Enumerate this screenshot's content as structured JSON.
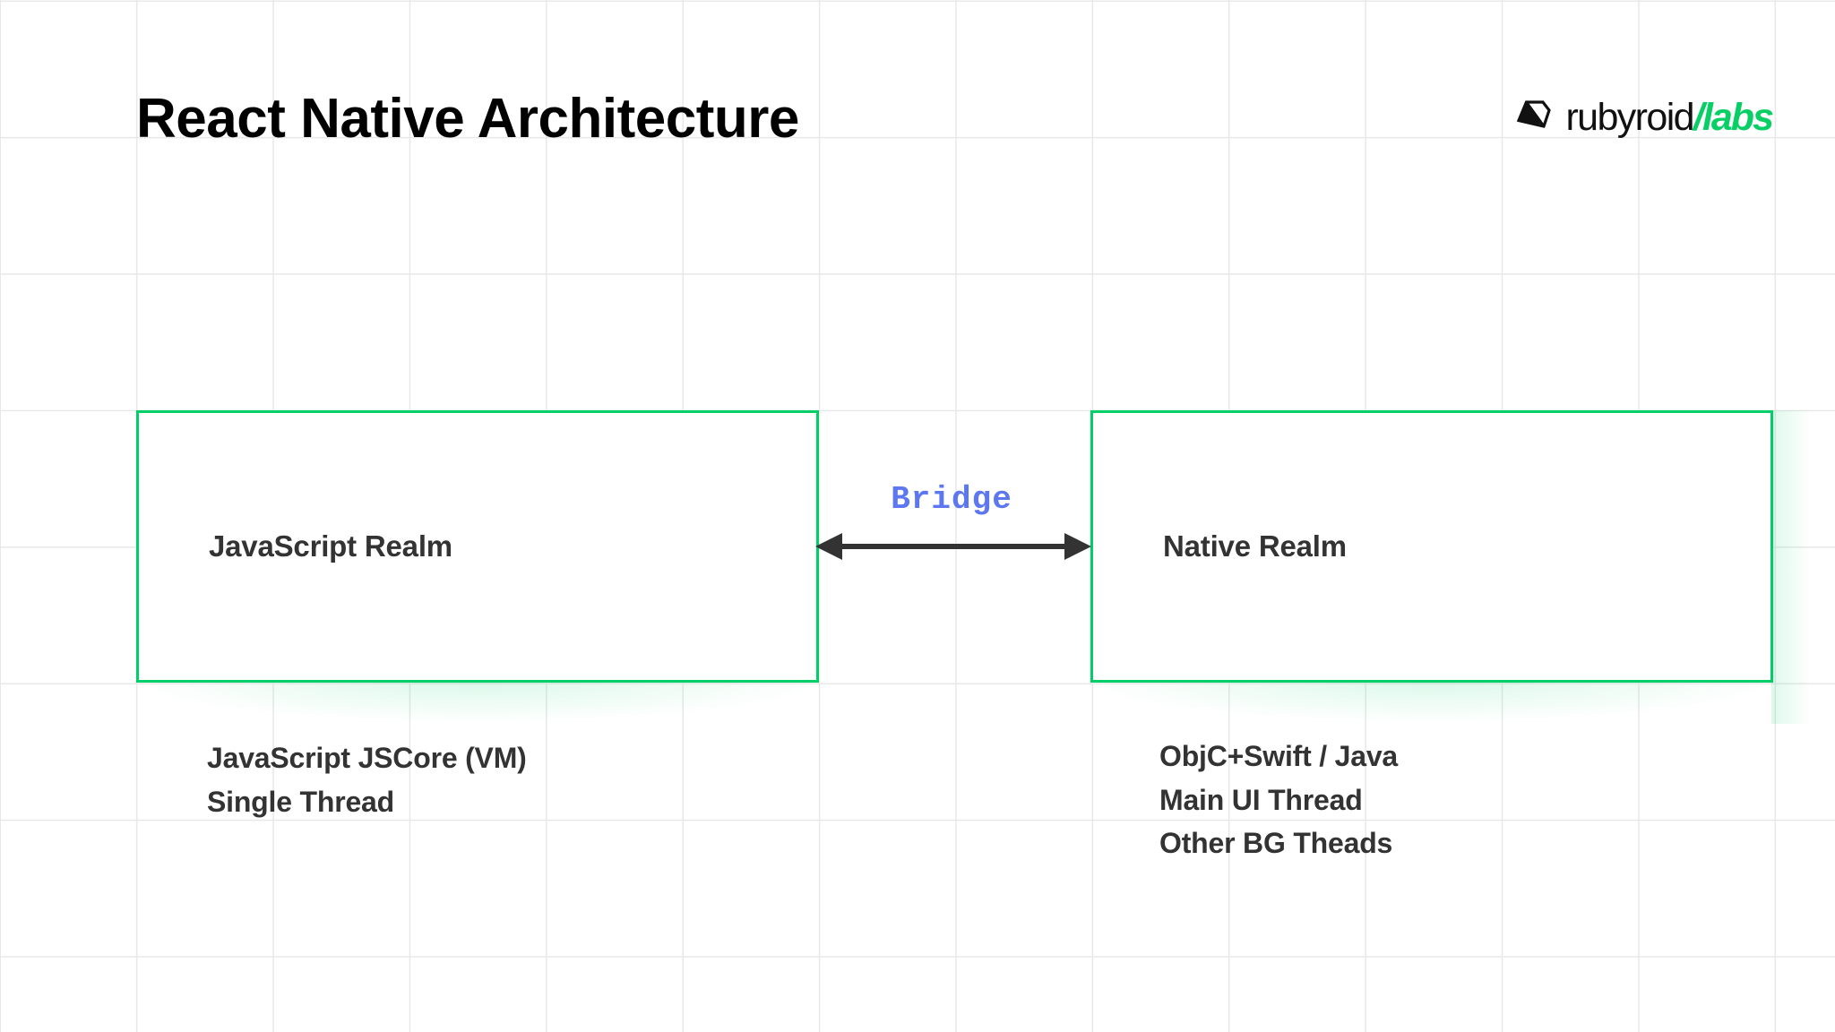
{
  "slide": {
    "title": "React Native Architecture",
    "background_color": "#ffffff",
    "grid_line_color": "#e8e8e8",
    "accent_green": "#00CE66",
    "bridge_blue": "#5C77F0",
    "text_dark": "#333333"
  },
  "brand": {
    "icon": "gem-icon",
    "name_primary": "rubyroid",
    "name_accent": "/labs",
    "accent_color": "#08CF65"
  },
  "diagram": {
    "left_box": {
      "label": "JavaScript Realm",
      "border_color": "#00CE66",
      "caption_lines": [
        "JavaScript JSCore (VM)",
        "Single Thread"
      ]
    },
    "right_box": {
      "label": "Native Realm",
      "border_color": "#00CE66",
      "caption_lines": [
        "ObjC+Swift / Java",
        "Main UI Thread",
        "Other BG Theads"
      ]
    },
    "connector": {
      "label": "Bridge",
      "label_color": "#5C77F0",
      "arrow_style": "double-headed",
      "arrow_color": "#333333"
    }
  }
}
